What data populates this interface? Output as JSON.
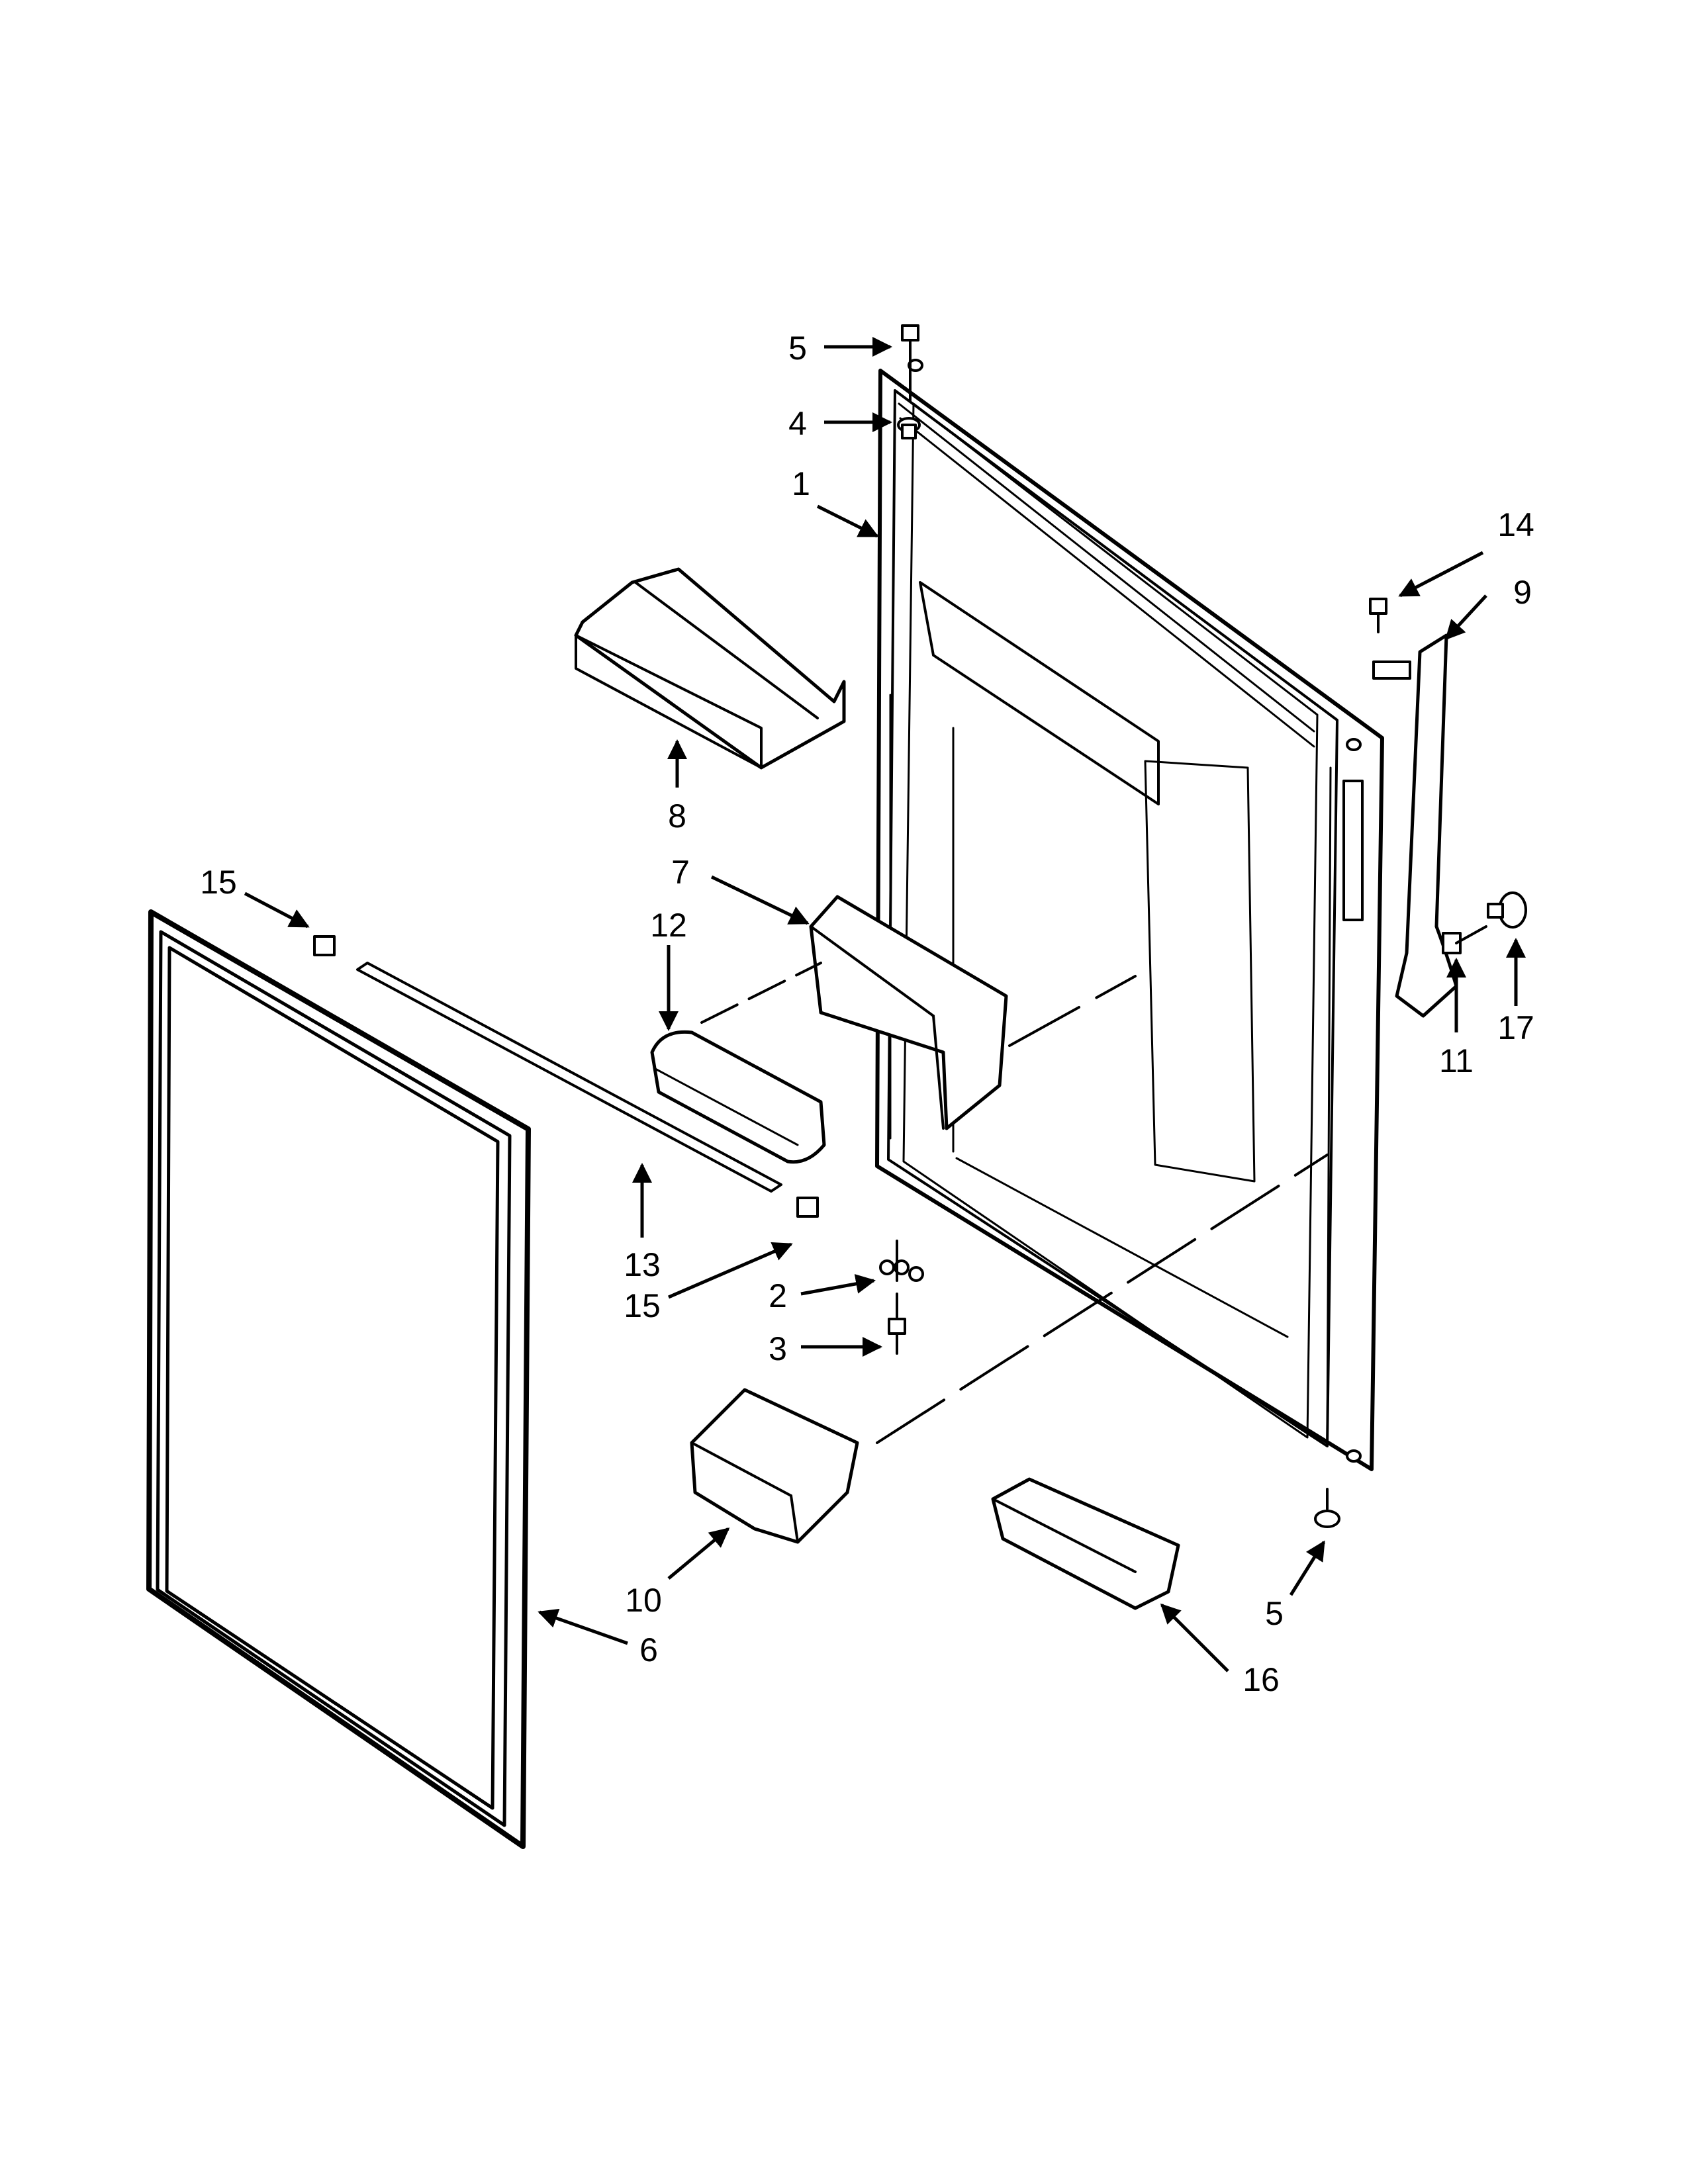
{
  "callouts": {
    "c5_top": "5",
    "c4": "4",
    "c1": "1",
    "c14": "14",
    "c9": "9",
    "c8": "8",
    "c7": "7",
    "c12": "12",
    "c15_top": "15",
    "c11": "11",
    "c17": "17",
    "c13": "13",
    "c15_bottom": "15",
    "c2": "2",
    "c3": "3",
    "c10": "10",
    "c6": "6",
    "c5_bottom": "5",
    "c16": "16"
  }
}
